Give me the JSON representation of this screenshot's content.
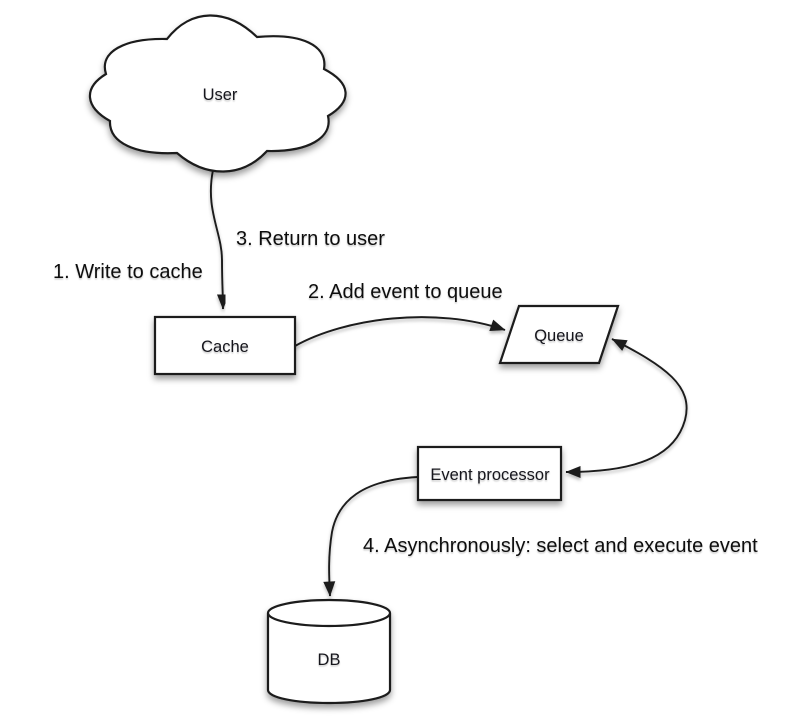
{
  "colors": {
    "background": "#ffffff",
    "shape_fill": "#ffffff",
    "stroke": "#1a1a1a",
    "text": "#111111"
  },
  "nodes": {
    "user": {
      "label": "User",
      "shape": "cloud"
    },
    "cache": {
      "label": "Cache",
      "shape": "rectangle"
    },
    "queue": {
      "label": "Queue",
      "shape": "parallelogram"
    },
    "event_processor": {
      "label": "Event processor",
      "shape": "rectangle"
    },
    "db": {
      "label": "DB",
      "shape": "cylinder"
    }
  },
  "edges": {
    "step1": {
      "label": "1. Write to cache",
      "from": "user",
      "to": "cache"
    },
    "step2": {
      "label": "2. Add event to queue",
      "from": "cache",
      "to": "queue"
    },
    "step3": {
      "label": "3. Return to user",
      "from": "cache",
      "to": "user"
    },
    "step4": {
      "label": "4. Asynchronously: select and execute event",
      "from": "event_processor",
      "to": "db"
    },
    "queue_link": {
      "label": "",
      "from": "queue",
      "to": "event_processor",
      "bidirectional": true
    }
  }
}
